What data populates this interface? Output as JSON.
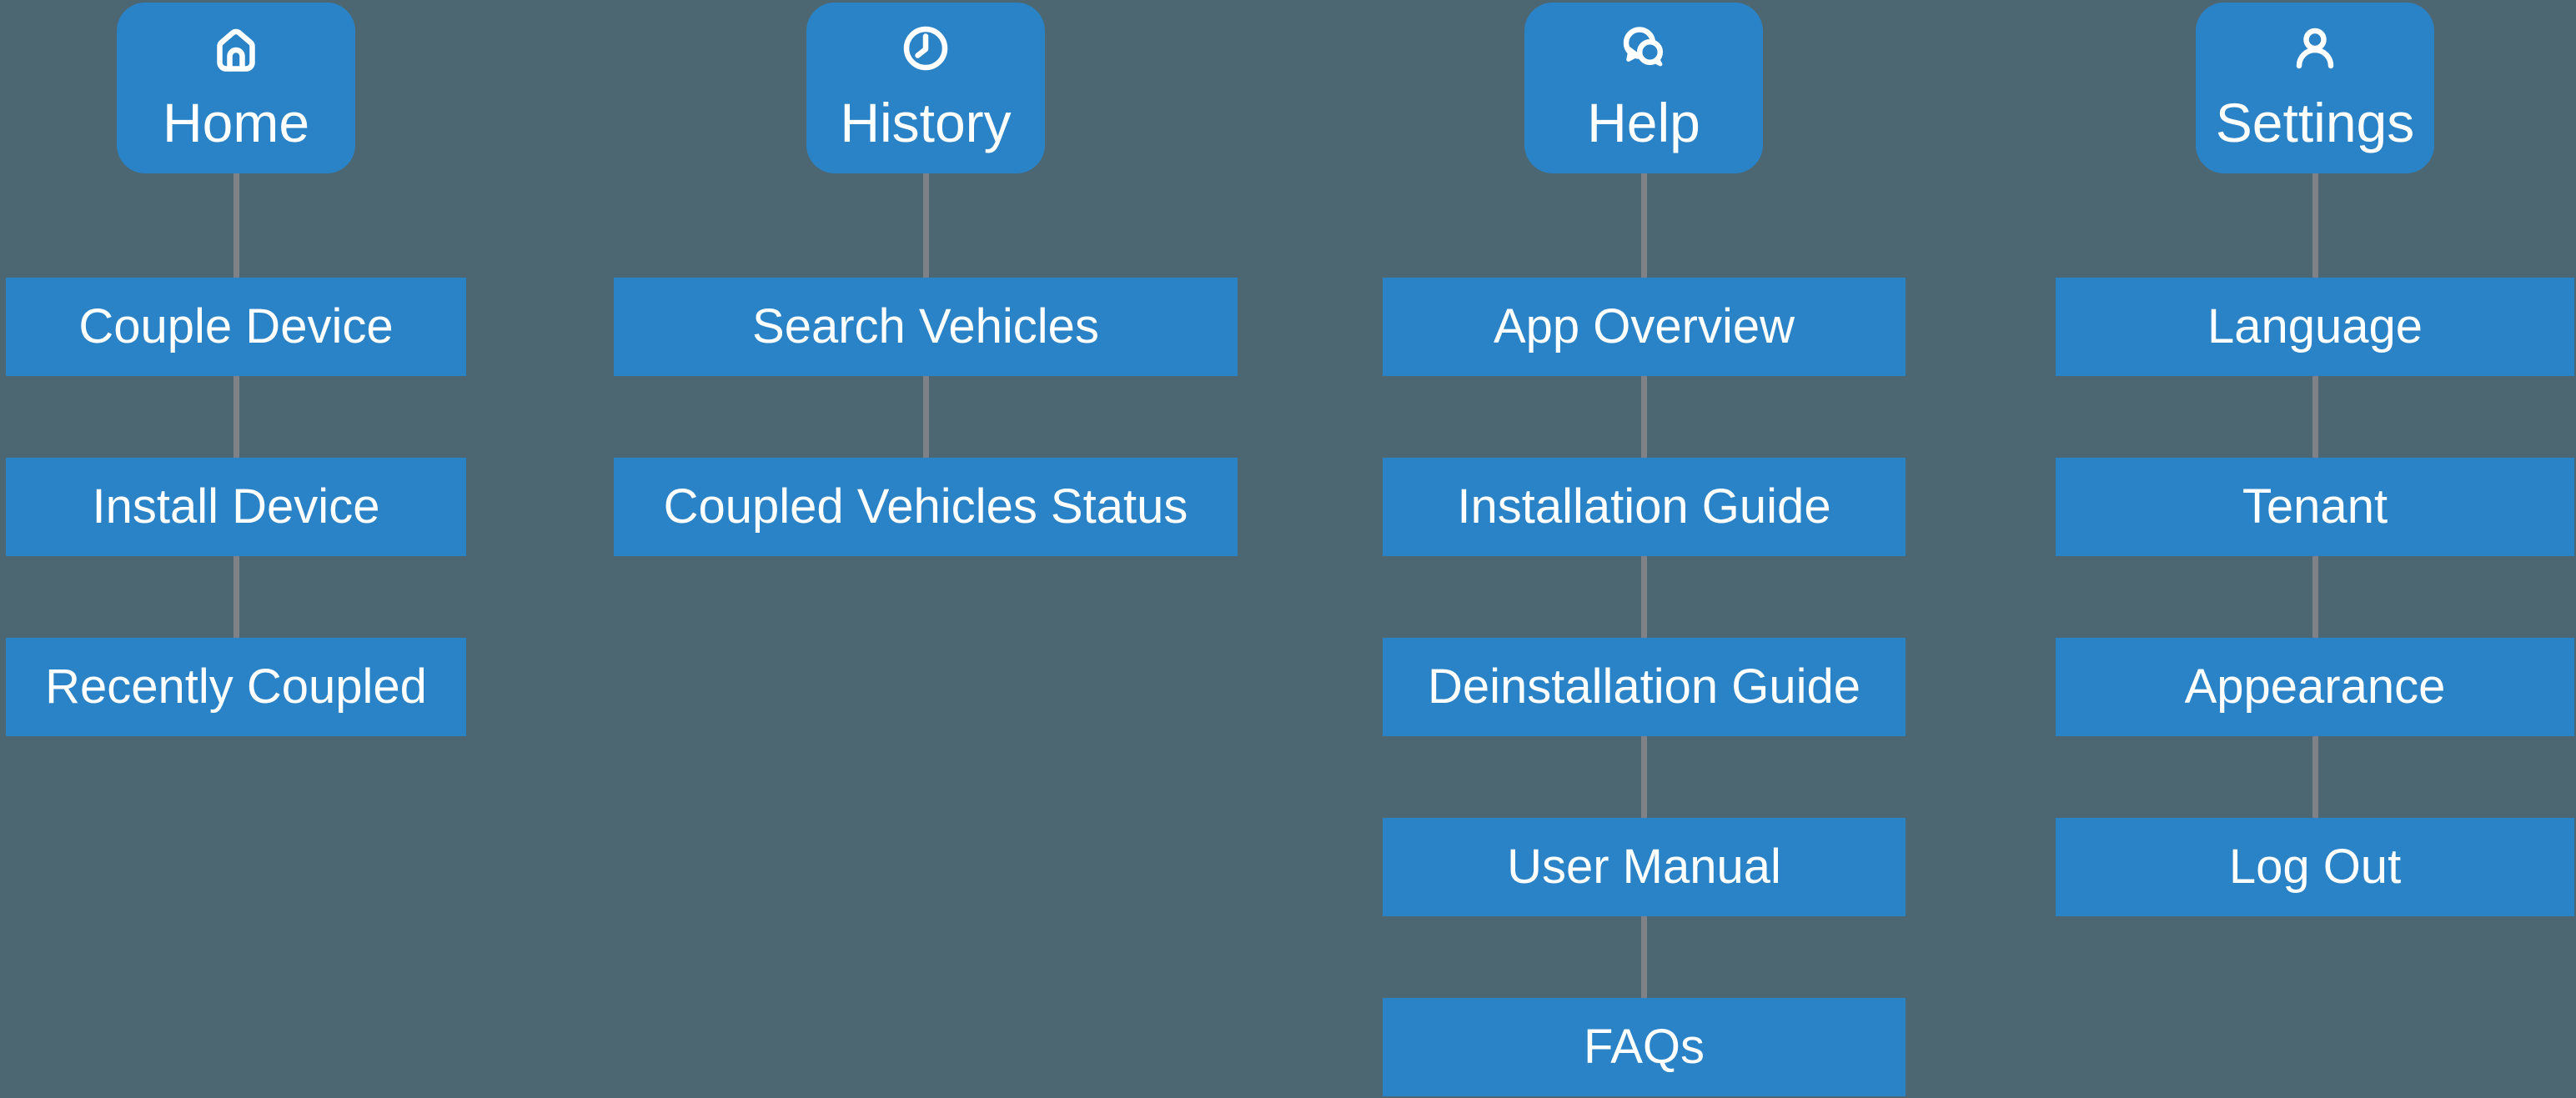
{
  "colors": {
    "background": "#4C6771",
    "node_blue": "#2A83C7",
    "text": "#FFFFFF",
    "connector_gray": "#7E8286"
  },
  "diagram": {
    "columns": [
      {
        "id": "home",
        "icon": "home-icon",
        "label": "Home",
        "children": [
          {
            "label": "Couple Device"
          },
          {
            "label": "Install Device"
          },
          {
            "label": "Recently Coupled"
          }
        ]
      },
      {
        "id": "history",
        "icon": "clock-icon",
        "label": "History",
        "children": [
          {
            "label": "Search Vehicles"
          },
          {
            "label": "Coupled Vehicles Status"
          }
        ]
      },
      {
        "id": "help",
        "icon": "chat-bubbles-icon",
        "label": "Help",
        "children": [
          {
            "label": "App Overview"
          },
          {
            "label": "Installation Guide"
          },
          {
            "label": "Deinstallation Guide"
          },
          {
            "label": "User Manual"
          },
          {
            "label": "FAQs"
          }
        ]
      },
      {
        "id": "settings",
        "icon": "person-icon",
        "label": "Settings",
        "children": [
          {
            "label": "Language"
          },
          {
            "label": "Tenant"
          },
          {
            "label": "Appearance"
          },
          {
            "label": "Log Out"
          }
        ]
      }
    ]
  }
}
